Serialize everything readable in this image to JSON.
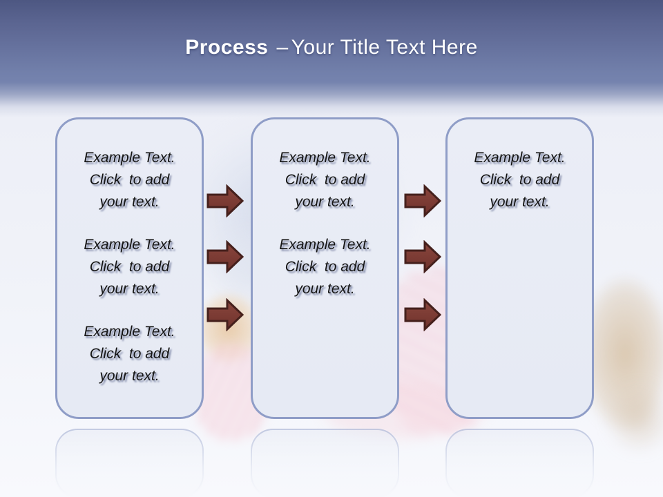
{
  "title": {
    "emphasis": "Process",
    "separator": "–",
    "rest": "Your Title Text Here"
  },
  "boxes": [
    {
      "name": "step-1",
      "items": [
        "Example Text.\nClick  to add\nyour text.",
        "Example Text.\nClick  to add\nyour text.",
        "Example Text.\nClick  to add\nyour text."
      ]
    },
    {
      "name": "step-2",
      "items": [
        "Example Text.\nClick  to add\nyour text.",
        "Example Text.\nClick  to add\nyour text."
      ]
    },
    {
      "name": "step-3",
      "items": [
        "Example Text.\nClick  to add\nyour text."
      ]
    }
  ],
  "arrows": {
    "direction": "right",
    "between_step1_step2": 3,
    "between_step2_step3": 3
  },
  "colors": {
    "banner_top": "#4d5782",
    "banner_bottom": "#7583ae",
    "title_text": "#ffffff",
    "box_fill": "#e9ecf5",
    "box_border": "#8f9dc7",
    "body_text": "#141414",
    "arrow_fill_light": "#8a463d",
    "arrow_fill_dark": "#6f322c",
    "arrow_outline": "#45201c"
  }
}
